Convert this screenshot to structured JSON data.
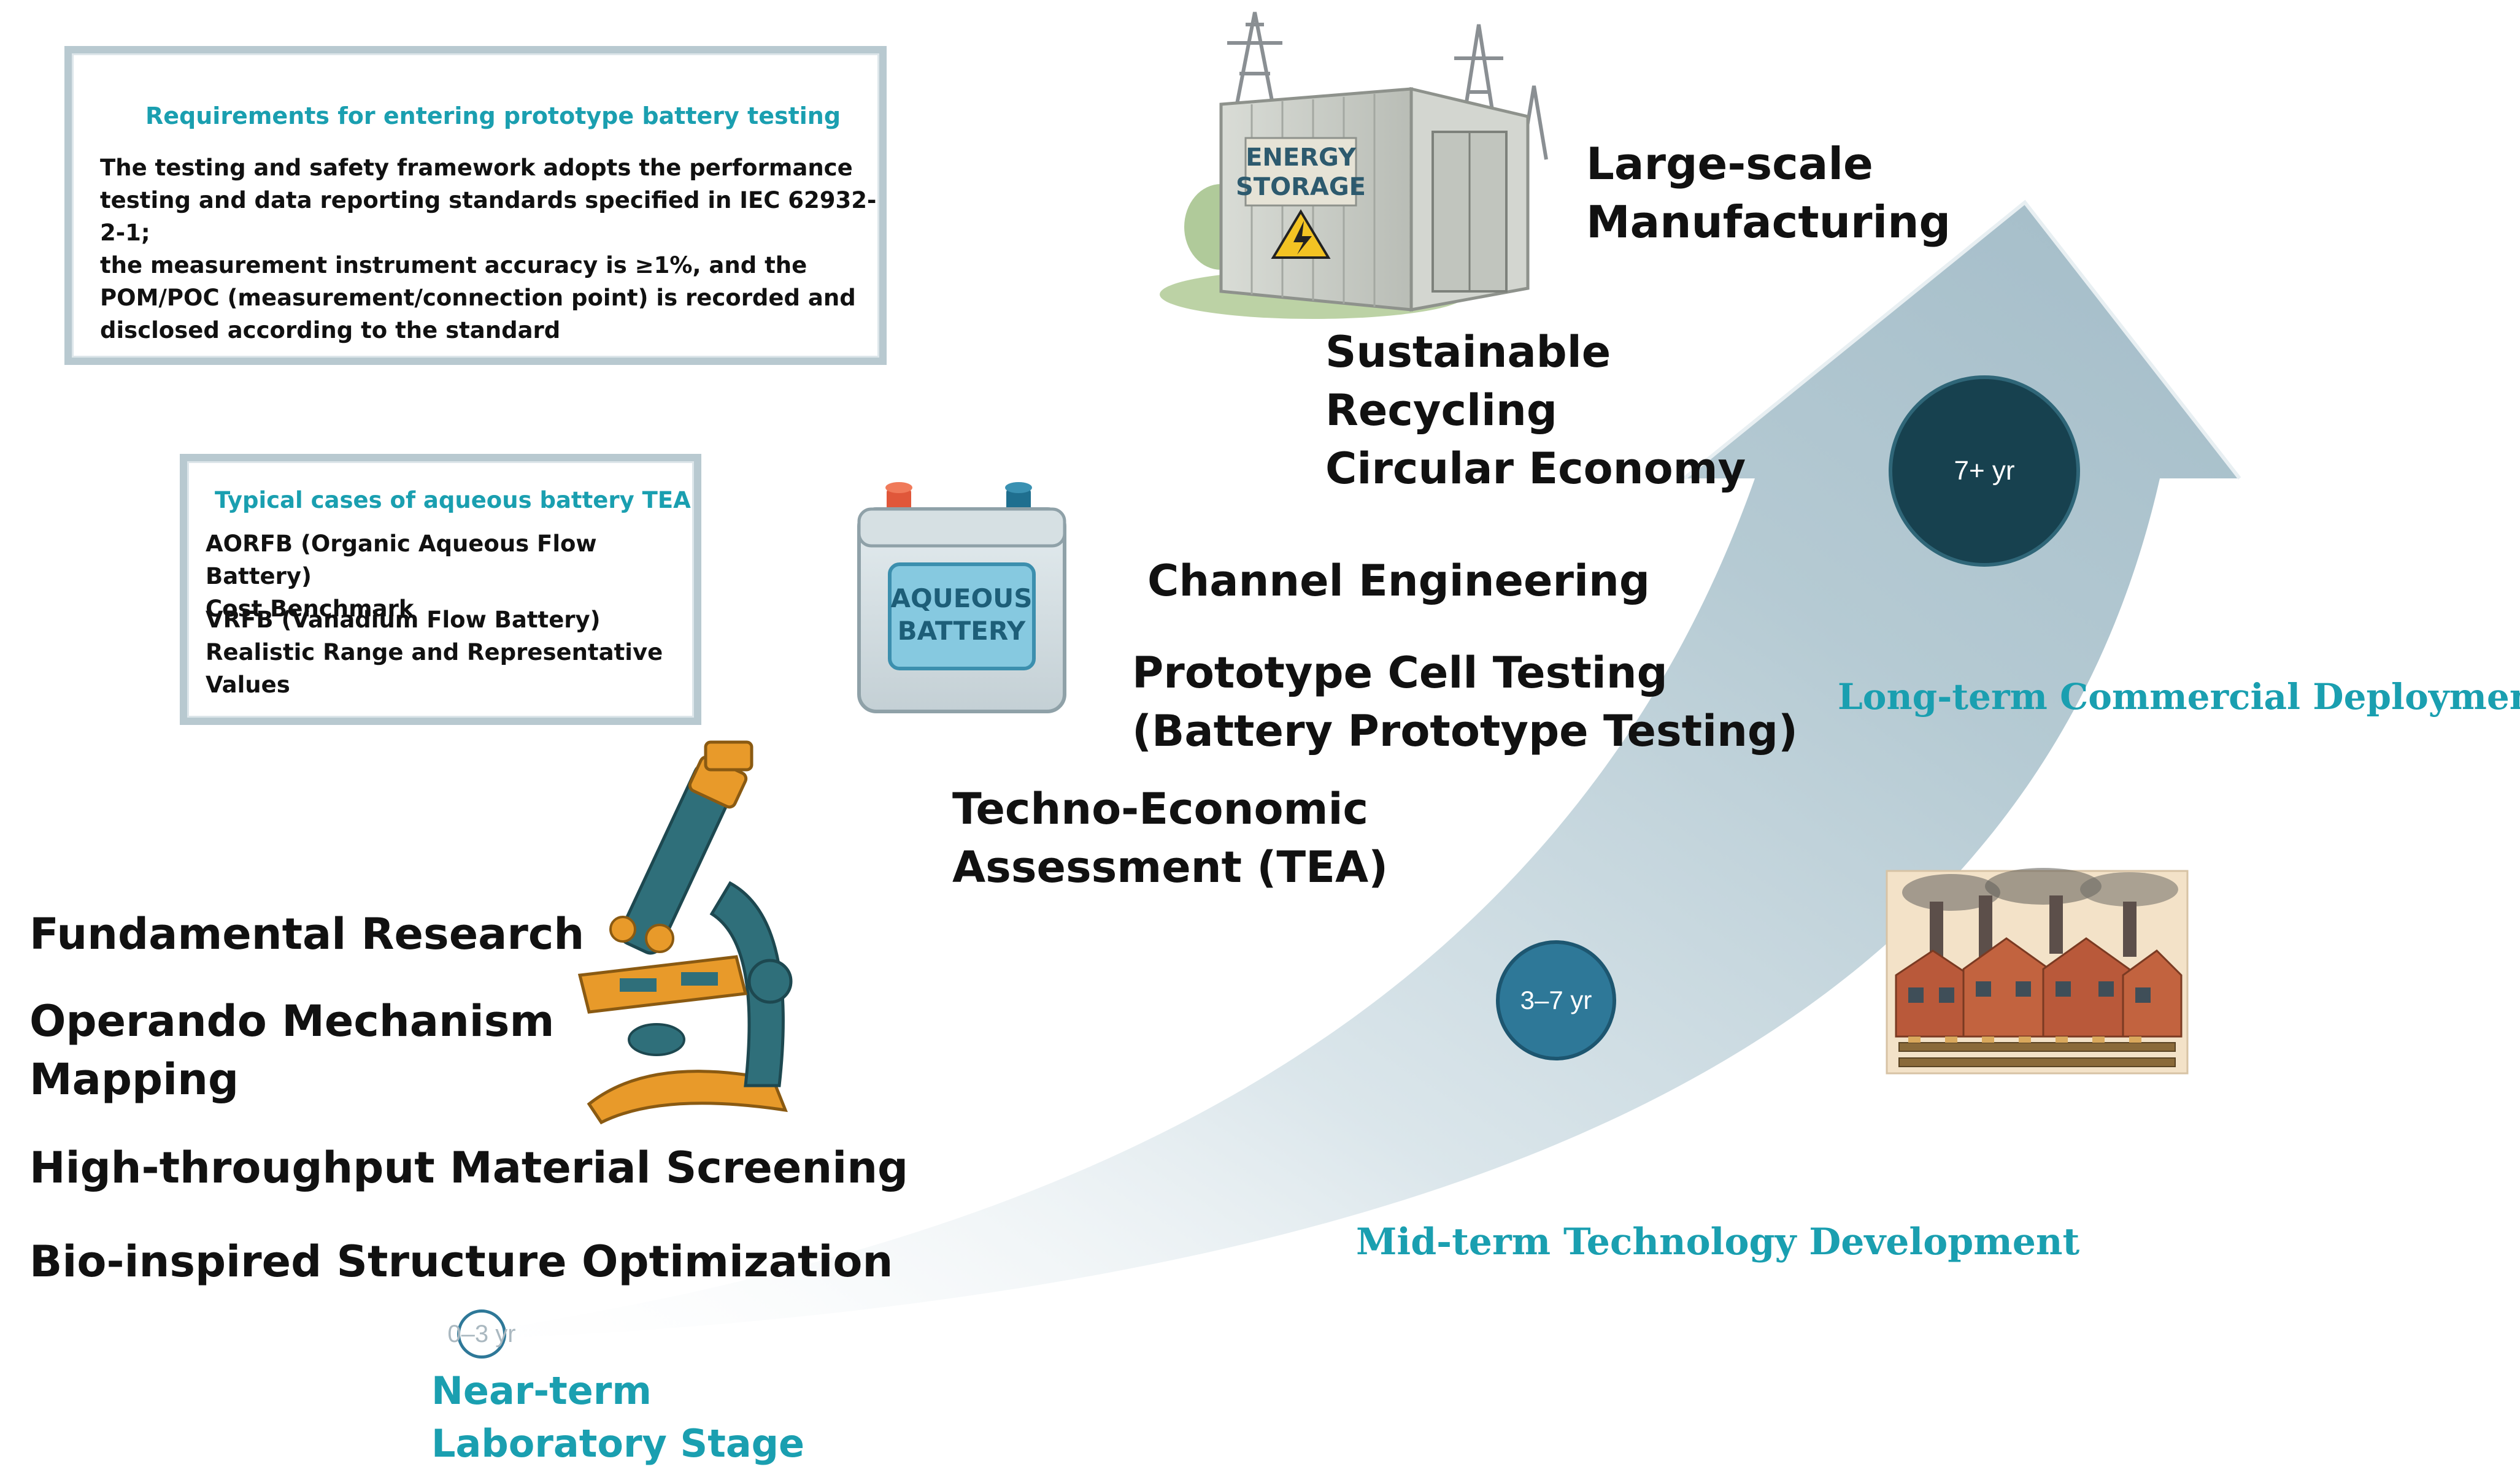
{
  "requirements_box": {
    "title": "Requirements for entering prototype battery testing",
    "lines": [
      "The testing and safety framework adopts the performance",
      "testing and data reporting standards specified in IEC 62932-2-1;",
      "the measurement instrument accuracy is ≥1%, and the",
      "POM/POC (measurement/connection point) is recorded and",
      "disclosed according to the standard"
    ]
  },
  "tea_box": {
    "title": "Typical cases of aqueous battery TEA",
    "case1_lines": [
      "AORFB (Organic Aqueous Flow Battery)",
      "Cost Benchmark"
    ],
    "case2_lines": [
      "VRFB (Vanadium Flow Battery)",
      "Realistic Range and Representative",
      "Values"
    ]
  },
  "labels": {
    "large_scale": [
      "Large-scale",
      "Manufacturing"
    ],
    "recycling": [
      "Sustainable",
      "Recycling",
      "Circular Economy"
    ],
    "channel": "Channel Engineering",
    "prototype": [
      "Prototype Cell Testing",
      "(Battery Prototype Testing)"
    ],
    "tea": [
      "Techno-Economic",
      "Assessment (TEA)"
    ],
    "fundamental": "Fundamental Research",
    "operando": [
      "Operando Mechanism",
      "Mapping"
    ],
    "screening": "High-throughput Material Screening",
    "bio": "Bio-inspired Structure Optimization"
  },
  "stages": {
    "near": [
      "Near-term",
      "Laboratory Stage"
    ],
    "mid": "Mid-term Technology Development",
    "long": "Long-term Commercial Deployment"
  },
  "timelines": {
    "near": "0–3 yr",
    "mid": "3–7 yr",
    "long": "7+ yr"
  },
  "illustrations": {
    "container_sign": [
      "ENERGY",
      "STORAGE"
    ],
    "battery_label": [
      "AQUEOUS",
      "BATTERY"
    ]
  },
  "colors": {
    "accent": "#1a9fb0",
    "arrow": "#a9c1cc",
    "circle_dark": "#17414f",
    "circle_mid": "#2e7898",
    "box_border": "#b8c9d0"
  },
  "icons": [
    "microscope-icon",
    "aqueous-battery-icon",
    "energy-storage-container-icon",
    "factory-icon",
    "progress-arrow-icon"
  ]
}
